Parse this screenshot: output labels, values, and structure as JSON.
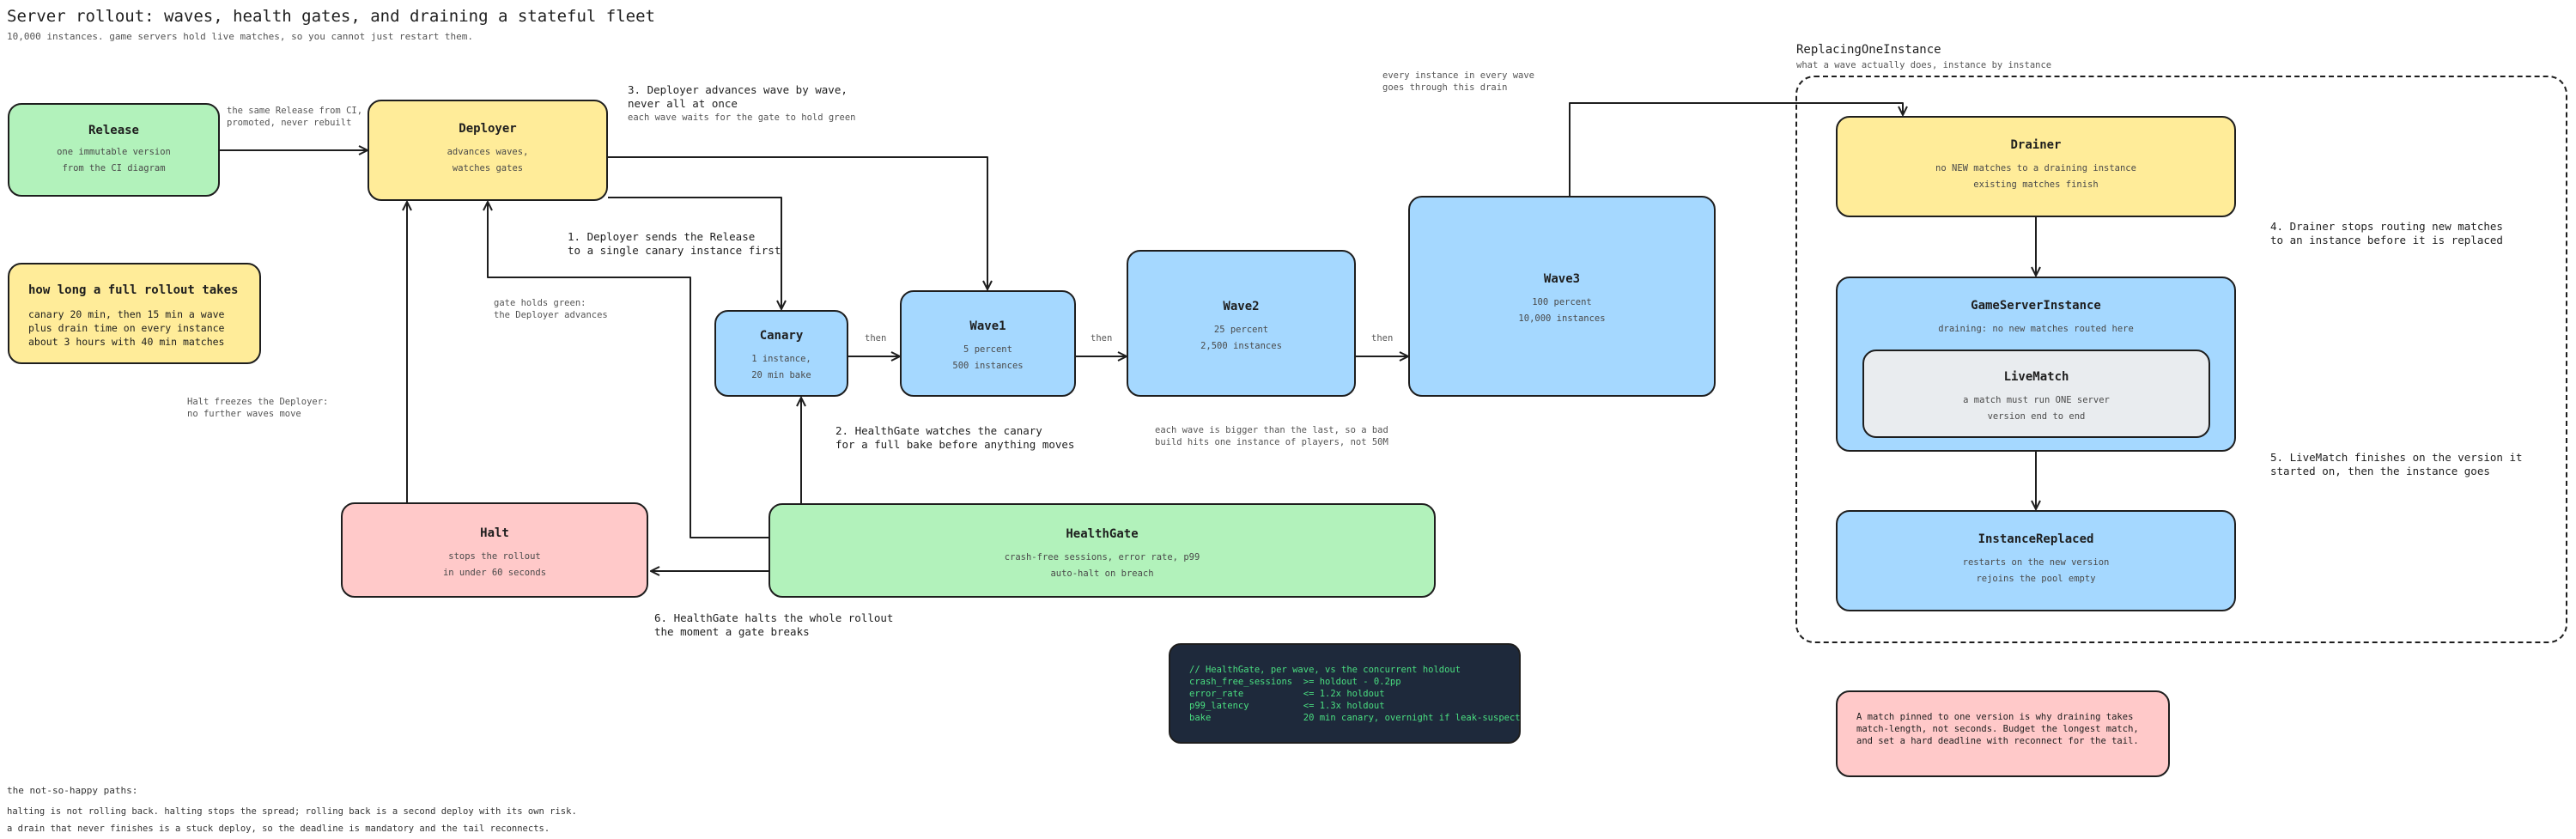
{
  "title": "Server rollout: waves, health gates, and draining a stateful fleet",
  "subtitle": "10,000 instances. game servers hold live matches, so you cannot just restart them.",
  "nodes": {
    "release": {
      "title": "Release",
      "lines": [
        "one immutable version",
        "from the CI diagram"
      ]
    },
    "deployer": {
      "title": "Deployer",
      "lines": [
        "advances waves,",
        "watches gates"
      ]
    },
    "canary": {
      "title": "Canary",
      "lines": [
        "1 instance,",
        "20 min bake"
      ]
    },
    "wave1": {
      "title": "Wave1",
      "lines": [
        "5 percent",
        "500 instances"
      ]
    },
    "wave2": {
      "title": "Wave2",
      "lines": [
        "25 percent",
        "2,500 instances"
      ]
    },
    "wave3": {
      "title": "Wave3",
      "lines": [
        "100 percent",
        "10,000 instances"
      ]
    },
    "halt": {
      "title": "Halt",
      "lines": [
        "stops the rollout",
        "in under 60 seconds"
      ]
    },
    "healthgate": {
      "title": "HealthGate",
      "lines": [
        "crash-free sessions, error rate, p99",
        "auto-halt on breach"
      ]
    },
    "drainer": {
      "title": "Drainer",
      "lines": [
        "no NEW matches to a draining instance",
        "existing matches finish"
      ]
    },
    "gameserver": {
      "title": "GameServerInstance",
      "lines": [
        "draining: no new matches routed here"
      ]
    },
    "livematch": {
      "title": "LiveMatch",
      "lines": [
        "a match must run ONE server",
        "version end to end"
      ]
    },
    "replaced": {
      "title": "InstanceReplaced",
      "lines": [
        "restarts on the new version",
        "rejoins the pool empty"
      ]
    }
  },
  "rollout_note": {
    "title": "how long a full rollout takes",
    "body": "canary 20 min, then 15 min a wave\nplus drain time on every instance\nabout 3 hours with 40 min matches"
  },
  "replacing_box": {
    "title": "ReplacingOneInstance",
    "subtitle": "what a wave actually does, instance by instance"
  },
  "annotations": {
    "release_note": "the same Release from CI,\npromoted, never rebuilt",
    "step3": "3. Deployer advances wave by wave,\nnever all at once",
    "step3_sub": "each wave waits for the gate to hold green",
    "step1": "1. Deployer sends the Release\nto a single canary instance first",
    "gate_green": "gate holds green:\nthe Deployer advances",
    "halt_freeze": "Halt freezes the Deployer:\nno further waves move",
    "step2": "2. HealthGate watches the canary\nfor a full bake before anything moves",
    "wave_bigger": "each wave is bigger than the last, so a bad\nbuild hits one instance of players, not 50M",
    "every_instance": "every instance in every wave\ngoes through this drain",
    "step4": "4. Drainer stops routing new matches\nto an instance before it is replaced",
    "step5": "5. LiveMatch finishes on the version it\nstarted on, then the instance goes",
    "step6": "6. HealthGate halts the whole rollout\nthe moment a gate breaks",
    "then1": "then",
    "then2": "then",
    "then3": "then"
  },
  "code_block": "// HealthGate, per wave, vs the concurrent holdout\ncrash_free_sessions  >= holdout - 0.2pp\nerror_rate           <= 1.2x holdout\np99_latency          <= 1.3x holdout\nbake                 20 min canary, overnight if leak-suspect",
  "pinned_note": "A match pinned to one version is why draining takes\nmatch-length, not seconds. Budget the longest match,\nand set a hard deadline with reconnect for the tail.",
  "footer": {
    "heading": "the not-so-happy paths:",
    "line1": "halting is not rolling back. halting stops the spread; rolling back is a second deploy with its own risk.",
    "line2": "a drain that never finishes is a stuck deploy, so the deadline is mandatory and the tail reconnects."
  },
  "colors": {
    "green": "#b2f2bb",
    "yellow": "#ffec99",
    "blue": "#a5d8ff",
    "pink": "#ffc9c9",
    "grey": "#e9ecef",
    "code_bg": "#1e293b",
    "code_fg": "#4ade80",
    "stroke": "#1e1e1e"
  }
}
